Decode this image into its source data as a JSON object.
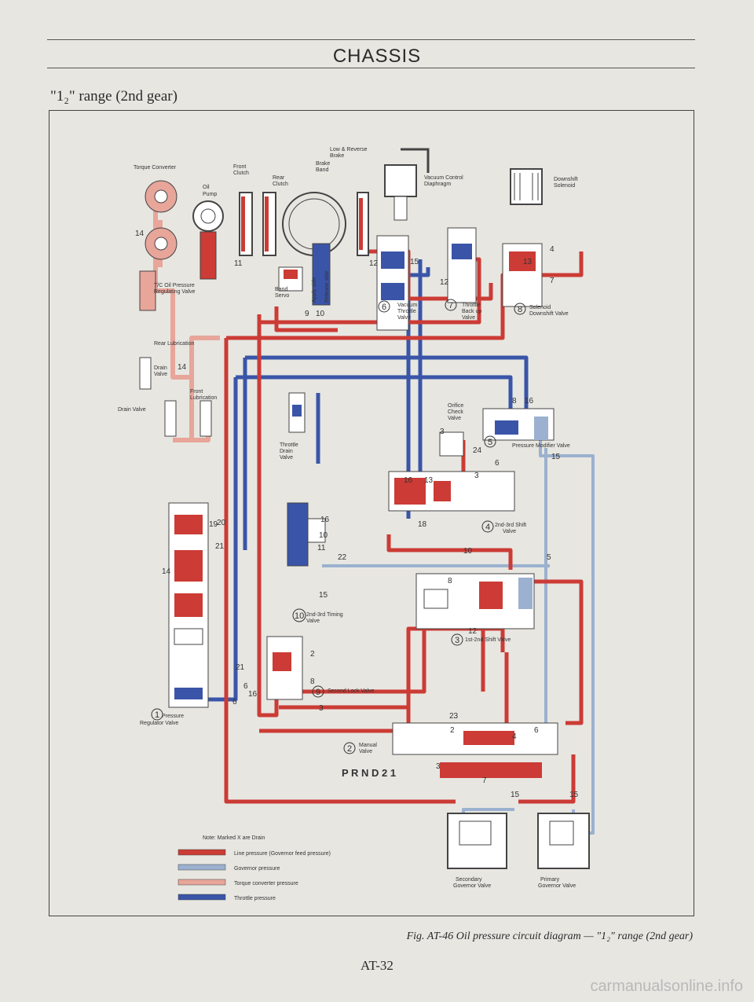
{
  "header": {
    "title": "CHASSIS"
  },
  "subtitle": "\"1₂\" range (2nd gear)",
  "diagram": {
    "colors": {
      "line": "#cc3b35",
      "governor": "#9bb1cf",
      "torque": "#e8a59a",
      "throttle": "#3a55a8",
      "outline": "#444444"
    },
    "labels": {
      "torque_converter": "Torque Converter",
      "oil_pump": [
        "Oil",
        "Pump"
      ],
      "front_clutch": [
        "Front",
        "Clutch"
      ],
      "rear_clutch": [
        "Rear",
        "Clutch"
      ],
      "brake_band": [
        "Brake",
        "Band"
      ],
      "low_reverse": [
        "Low & Reverse",
        "Brake"
      ],
      "vacuum_control": [
        "Vacuum Control",
        "Diaphragm"
      ],
      "downshift_solenoid": [
        "Downshift",
        "Solenoid"
      ],
      "band_servo": [
        "Band",
        "Servo"
      ],
      "apply_side": "Apply side",
      "release_side": "Release side",
      "tc_regulating": [
        "T/C Oil Pressure",
        "Regulating Valve"
      ],
      "vacuum_throttle": [
        "Vacuum",
        "Throttle",
        "Valve"
      ],
      "throttle_backup": [
        "Throttle",
        "Back up",
        "Valve"
      ],
      "solenoid_downshift": [
        "Solenoid",
        "Downshift Valve"
      ],
      "rear_lubrication": "Rear Lubrication",
      "drain_valve_1": [
        "Drain",
        "Valve"
      ],
      "drain_valve_2": "Drain Valve",
      "front_lubrication": [
        "Front",
        "Lubrication"
      ],
      "throttle_drain": [
        "Throttle",
        "Drain",
        "Valve"
      ],
      "orifice_check": [
        "Orifice",
        "Check",
        "Valve"
      ],
      "pressure_modifier": "Pressure Modifier Valve",
      "shift_23": [
        "2nd-3rd Shift",
        "Valve"
      ],
      "timing_23": [
        "2nd-3rd Timing",
        "Valve"
      ],
      "shift_12": "1st-2nd Shift Valve",
      "second_lock": "Second Lock Valve",
      "pressure_regulator": [
        "Pressure",
        "Regulator Valve"
      ],
      "manual_valve": [
        "Manual",
        "Valve"
      ],
      "prnd": "P R N D 2 1",
      "secondary_governor": [
        "Secondary",
        "Governor Valve"
      ],
      "primary_governor": [
        "Primary",
        "Governor Valve"
      ]
    },
    "numbers": {
      "n1": "1",
      "n2": "2",
      "n3": "3",
      "n4": "4",
      "n5": "5",
      "n6": "6",
      "n7": "7",
      "n8": "8",
      "n9": "9",
      "n10": "10"
    },
    "ports": [
      "14",
      "11",
      "12",
      "10",
      "9",
      "15",
      "12",
      "13",
      "4",
      "7",
      "14",
      "8",
      "16",
      "3",
      "24",
      "15",
      "6",
      "3",
      "16",
      "13",
      "18",
      "19",
      "21",
      "20",
      "14",
      "16",
      "10",
      "11",
      "22",
      "15",
      "8",
      "12",
      "2",
      "8",
      "21",
      "6",
      "16",
      "6",
      "3",
      "23",
      "2",
      "4",
      "6",
      "3",
      "7",
      "15",
      "15",
      "10",
      "5"
    ]
  },
  "legend": {
    "note": "Note:  Marked X are Drain",
    "items": [
      {
        "color": "#cc3b35",
        "label": "Line pressure (Governor feed pressure)"
      },
      {
        "color": "#9bb1cf",
        "label": "Governor pressure"
      },
      {
        "color": "#e8a59a",
        "label": "Torque converter pressure"
      },
      {
        "color": "#3a55a8",
        "label": "Throttle pressure"
      }
    ]
  },
  "caption": "Fig. AT-46  Oil pressure circuit diagram — \"1₂\" range (2nd gear)",
  "page_number": "AT-32",
  "watermark": "carmanualsonline.info"
}
